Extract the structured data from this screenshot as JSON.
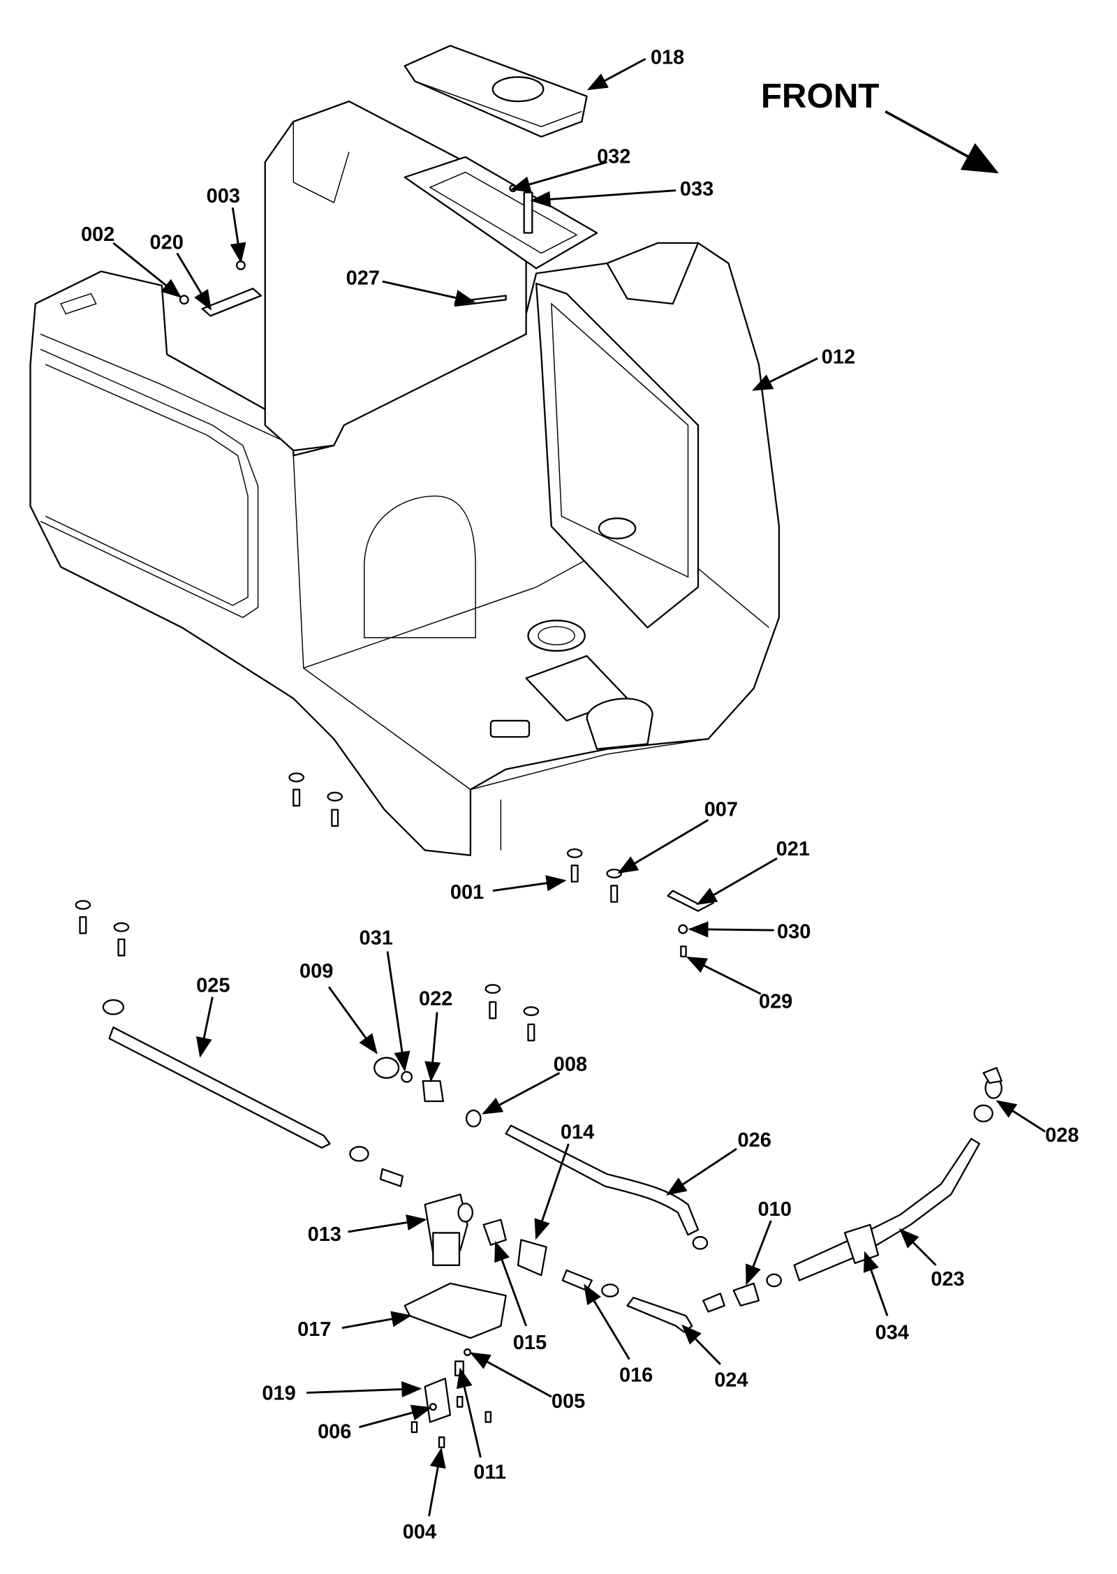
{
  "direction_label": "FRONT",
  "callouts": {
    "c001": "001",
    "c002": "002",
    "c003": "003",
    "c004": "004",
    "c005": "005",
    "c006": "006",
    "c007": "007",
    "c008": "008",
    "c009": "009",
    "c010": "010",
    "c011": "011",
    "c012": "012",
    "c013": "013",
    "c014": "014",
    "c015": "015",
    "c016": "016",
    "c017": "017",
    "c018": "018",
    "c019": "019",
    "c020": "020",
    "c021": "021",
    "c022": "022",
    "c023": "023",
    "c024": "024",
    "c025": "025",
    "c026": "026",
    "c027": "027",
    "c028": "028",
    "c029": "029",
    "c030": "030",
    "c031": "031",
    "c032": "032",
    "c033": "033",
    "c034": "034"
  },
  "colors": {
    "line": "#000000",
    "background": "#ffffff"
  }
}
